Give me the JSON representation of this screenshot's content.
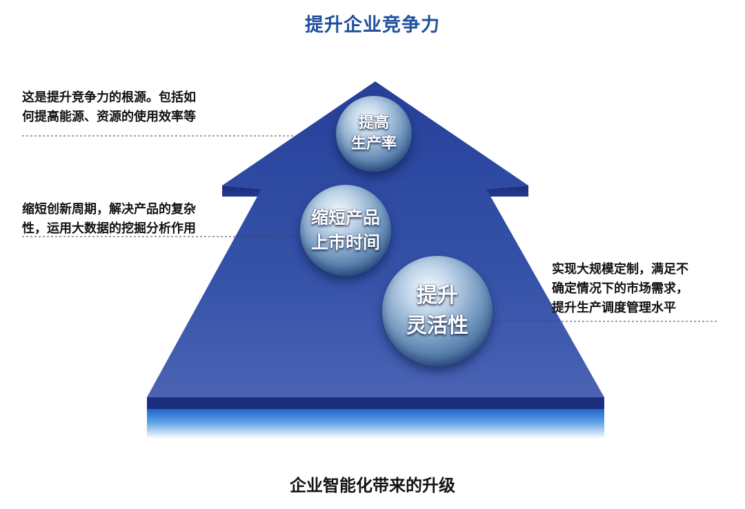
{
  "title": "提升企业竞争力",
  "caption": "企业智能化带来的升级",
  "orbs": [
    {
      "lines": [
        "提高",
        "生产率"
      ]
    },
    {
      "lines": [
        "缩短产品",
        "上市时间"
      ]
    },
    {
      "lines": [
        "提升",
        "灵活性"
      ]
    }
  ],
  "notes": [
    {
      "lines": [
        "这是提升竞争力的根源。包括如",
        "何提高能源、资源的使用效率等"
      ]
    },
    {
      "lines": [
        "缩短创新周期，解决产品的复杂",
        "性，运用大数据的挖掘分析作用"
      ]
    },
    {
      "lines": [
        "实现大规模定制，满足不",
        "确定情况下的市场需求，",
        "提升生产调度管理水平"
      ]
    }
  ],
  "colors": {
    "title": "#1f4f9c",
    "arrow_top": "#2f4aa0",
    "arrow_side": "#1b2f78",
    "text": "#111111"
  }
}
